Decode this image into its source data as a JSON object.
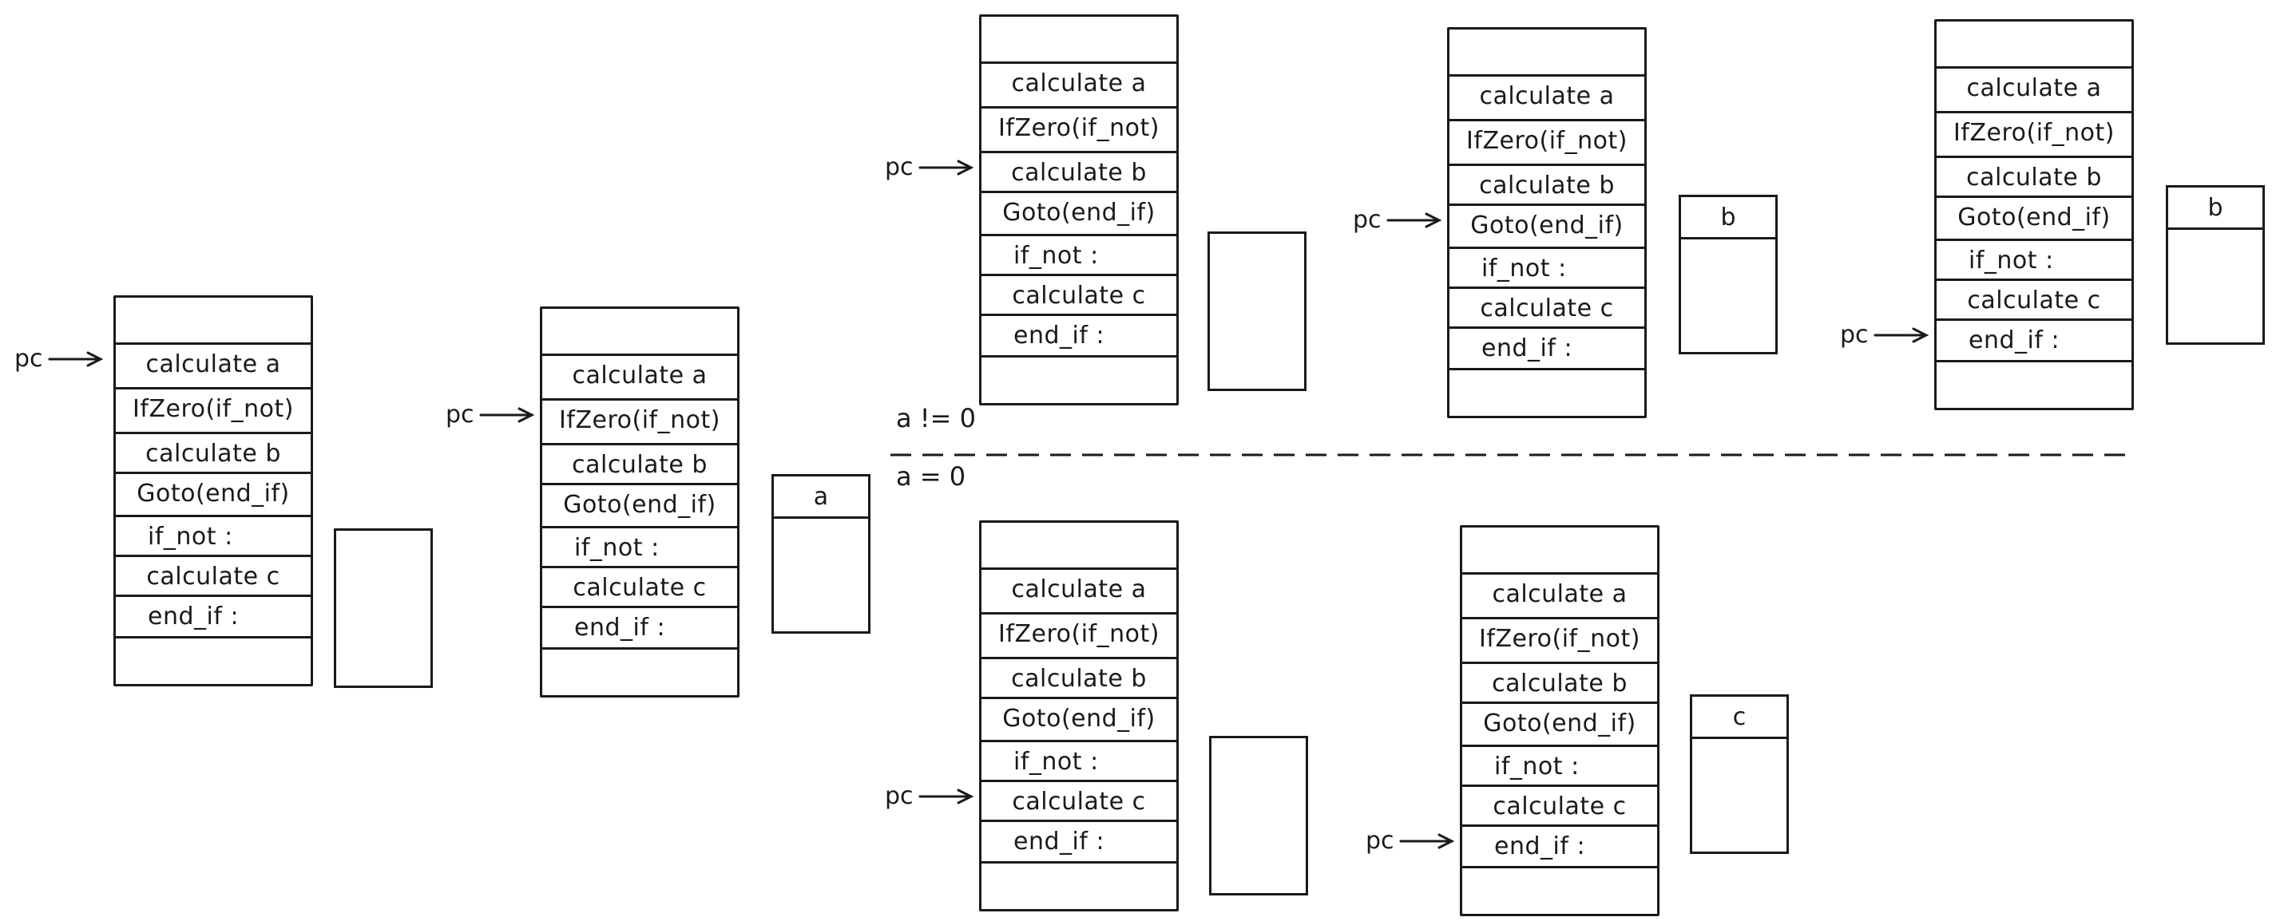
{
  "pc_label": "pc",
  "rows": [
    "calculate a",
    "IfZero(if_not)",
    "calculate b",
    "Goto(end_if)",
    "if_not :",
    "calculate c",
    "end_if :"
  ],
  "conditions": {
    "upper": "a != 0",
    "lower": "a = 0"
  },
  "stack_values": {
    "a": "a",
    "b": "b",
    "c": "c"
  },
  "colors": {
    "ink": "#1a1a1a",
    "background": "#ffffff"
  }
}
